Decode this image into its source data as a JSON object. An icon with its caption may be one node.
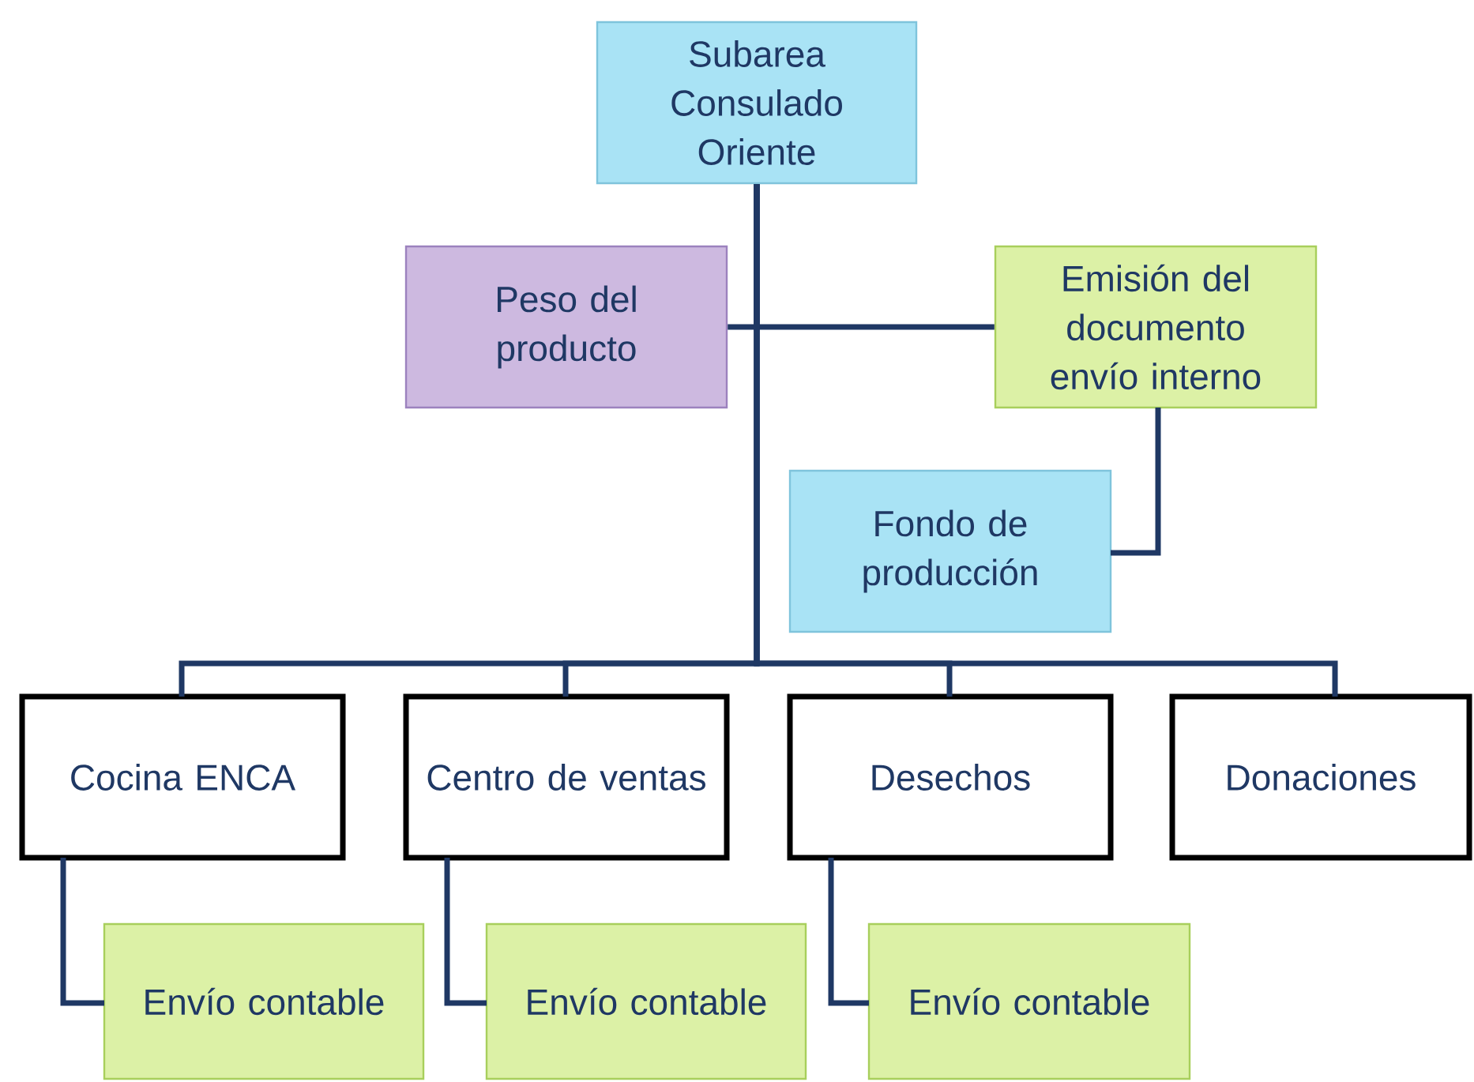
{
  "diagram": {
    "nodes": [
      {
        "text": [
          "Subarea Consulado Oriente"
        ]
      },
      {
        "text": [
          "Peso del producto"
        ]
      },
      {
        "text": [
          "Emisión del documento envío interno"
        ]
      },
      {
        "text": [
          "Fondo de producción"
        ]
      },
      {
        "text": [
          "Cocina ENCA"
        ]
      },
      {
        "text": [
          "Centro de ventas"
        ]
      },
      {
        "text": [
          "Desechos"
        ]
      },
      {
        "text": [
          "Donaciones"
        ]
      },
      {
        "text": [
          "Envío contable"
        ]
      },
      {
        "text": [
          "Envío contable"
        ]
      },
      {
        "text": [
          "Envío contable"
        ]
      }
    ],
    "edges": [
      {
        "from": 0,
        "to": 1,
        "arrow": "none"
      },
      {
        "from": 0,
        "to": 2,
        "arrow": "none"
      },
      {
        "from": 2,
        "to": 3,
        "arrow": "none"
      },
      {
        "from": 0,
        "to": 4,
        "arrow": "none"
      },
      {
        "from": 0,
        "to": 5,
        "arrow": "none"
      },
      {
        "from": 0,
        "to": 6,
        "arrow": "none"
      },
      {
        "from": 0,
        "to": 7,
        "arrow": "none"
      },
      {
        "from": 4,
        "to": 8,
        "arrow": "none"
      },
      {
        "from": 5,
        "to": 9,
        "arrow": "none"
      },
      {
        "from": 6,
        "to": 10,
        "arrow": "none"
      }
    ]
  }
}
